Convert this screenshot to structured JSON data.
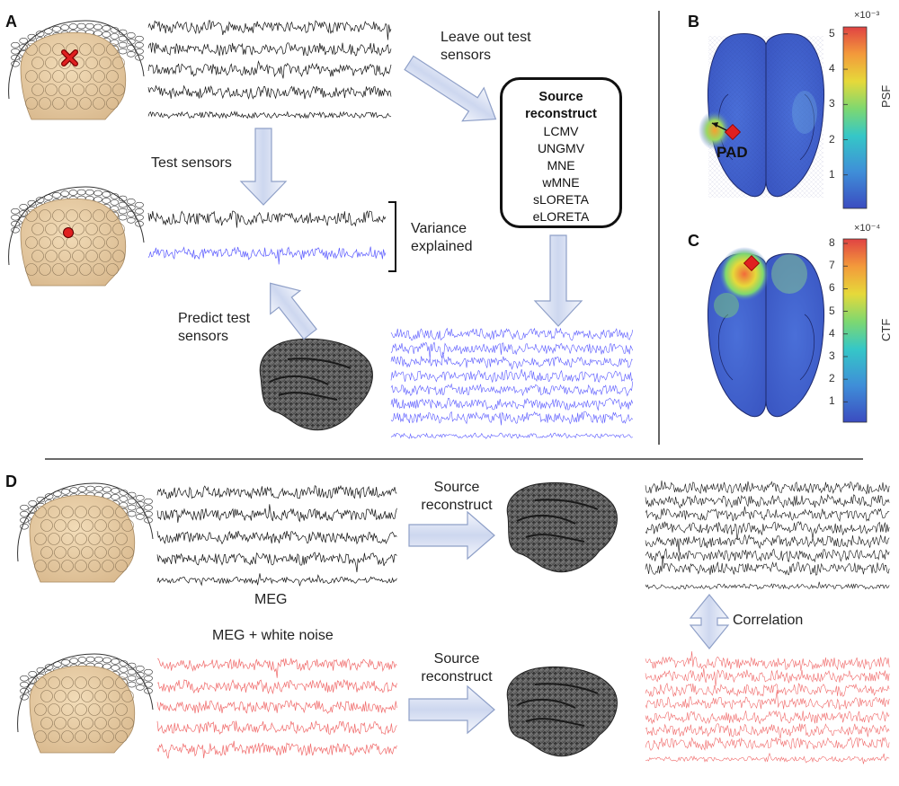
{
  "panels": {
    "a": "A",
    "b": "B",
    "c": "C",
    "d": "D"
  },
  "labels": {
    "leave_out": "Leave out test sensors",
    "test_sensors": "Test sensors",
    "variance_explained": "Variance explained",
    "predict_test": "Predict test sensors",
    "source_reconstruct_1": "Source reconstruct",
    "source_reconstruct_2": "Source reconstruct",
    "meg": "MEG",
    "meg_noise": "MEG + white noise",
    "correlation": "Correlation",
    "pad": "PAD"
  },
  "source_box": {
    "title": "Source reconstruct",
    "methods": [
      "LCMV",
      "UNGMV",
      "MNE",
      "wMNE",
      "sLORETA",
      "eLORETA"
    ]
  },
  "colorbar_psf": {
    "title": "PSF",
    "exponent": "×10⁻³",
    "ticks": [
      "5",
      "4",
      "3",
      "2",
      "1"
    ]
  },
  "colorbar_ctf": {
    "title": "CTF",
    "exponent": "×10⁻⁴",
    "ticks": [
      "8",
      "7",
      "6",
      "5",
      "4",
      "3",
      "2",
      "1"
    ]
  },
  "colors": {
    "black_trace": "#111111",
    "blue_trace": "#5a5aff",
    "red_trace": "#f06a6a",
    "arrow_fill": "#dfe6f7",
    "arrow_stroke": "#8fa0c8",
    "head_skin": "#e8cfa8",
    "marker_red": "#e02020"
  }
}
